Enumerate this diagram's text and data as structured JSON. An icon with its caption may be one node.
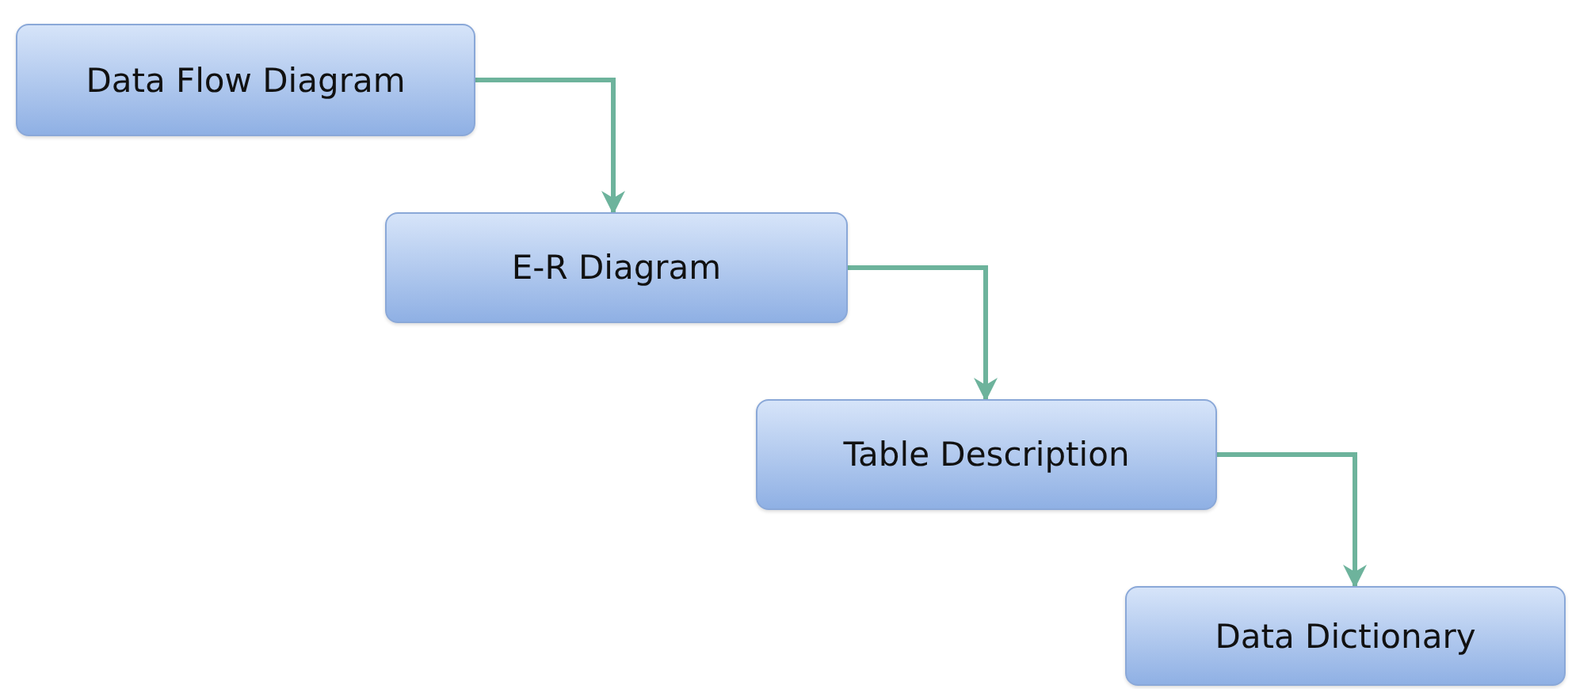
{
  "diagram": {
    "nodes": [
      {
        "text": [
          "Data Flow Diagram"
        ]
      },
      {
        "text": [
          "E-R Diagram"
        ]
      },
      {
        "text": [
          "Table Description"
        ]
      },
      {
        "text": [
          "Data Dictionary"
        ]
      }
    ],
    "edges": [
      {
        "from": 0,
        "to": 1,
        "arrow": "to"
      },
      {
        "from": 1,
        "to": 2,
        "arrow": "to"
      },
      {
        "from": 2,
        "to": 3,
        "arrow": "to"
      }
    ]
  }
}
